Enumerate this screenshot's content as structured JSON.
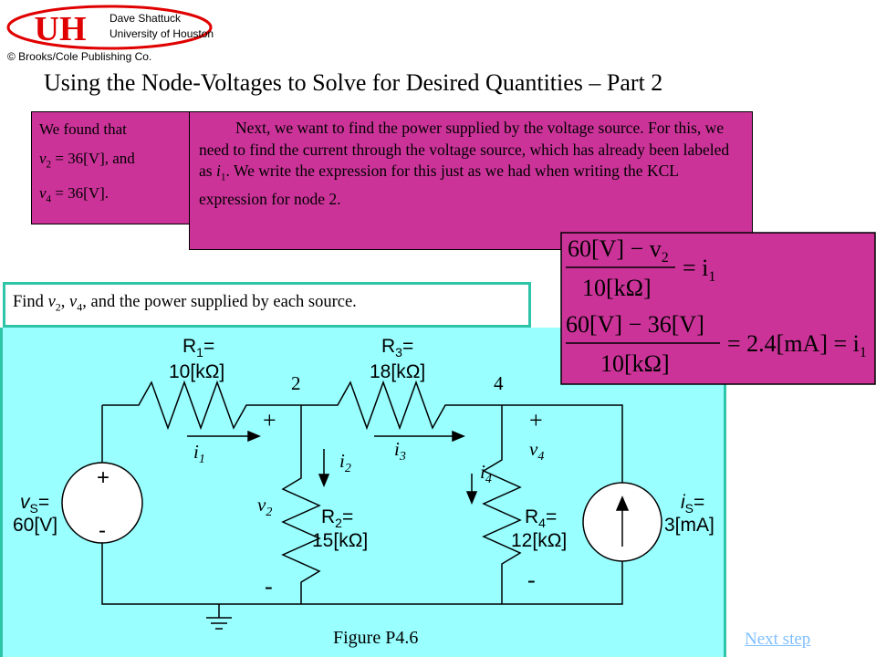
{
  "logo": {
    "letters": "UH",
    "line1": "Dave Shattuck",
    "line2": "University of Houston",
    "copyright": "© Brooks/Cole Publishing Co.",
    "color": "#e00000"
  },
  "title": "Using the Node-Voltages to Solve for Desired Quantities – Part 2",
  "found_box": {
    "line1": "We found that",
    "v2_var": "v",
    "v2_sub": "2",
    "v2_rest": " = 36[V], and",
    "v4_var": "v",
    "v4_sub": "4",
    "v4_rest": " = 36[V]."
  },
  "next_box": {
    "text_a": "Next, we want to find the power supplied by the voltage source.  For this, we need to find the current through the voltage source, which has already been labeled as ",
    "i_var": "i",
    "i_sub": "1",
    "text_b": ".  We write the expression for this just as we had when writing the KCL expression for node 2."
  },
  "find_box": {
    "text_a": "Find ",
    "v2": "v",
    "v2_sub": "2",
    "sep": ", ",
    "v4": "v",
    "v4_sub": "4",
    "text_b": ", and the power supplied by each source."
  },
  "equations": {
    "eq1_num": "60[V] − v",
    "eq1_num_sub": "2",
    "eq1_den": "10[kΩ]",
    "eq1_rhs": "= i",
    "eq1_rhs_sub": "1",
    "eq2_num": "60[V] − 36[V]",
    "eq2_den": "10[kΩ]",
    "eq2_rhs": "= 2.4[mA] = i",
    "eq2_rhs_sub": "1"
  },
  "circuit": {
    "r1_name": "R",
    "r1_sub": "1",
    "r1_eq": "=",
    "r1_val": "10[kΩ]",
    "r3_name": "R",
    "r3_sub": "3",
    "r3_eq": "=",
    "r3_val": "18[kΩ]",
    "r2_name": "R",
    "r2_sub": "2",
    "r2_eq": "=",
    "r2_val": "15[kΩ]",
    "r4_name": "R",
    "r4_sub": "4",
    "r4_eq": "=",
    "r4_val": "12[kΩ]",
    "node2": "2",
    "node4": "4",
    "vs_label": "v",
    "vs_sub": "S",
    "vs_eq": "=",
    "vs_val": "60[V]",
    "is_label": "i",
    "is_sub": "S",
    "is_eq": "=",
    "is_val": "3[mA]",
    "i1": "i",
    "i1_sub": "1",
    "i2": "i",
    "i2_sub": "2",
    "i3": "i",
    "i3_sub": "3",
    "i4": "i",
    "i4_sub": "4",
    "v2": "v",
    "v2_sub": "2",
    "v4": "v",
    "v4_sub": "4",
    "plus": "+",
    "minus": "-",
    "figure": "Figure P4.6"
  },
  "next_step": "Next step"
}
